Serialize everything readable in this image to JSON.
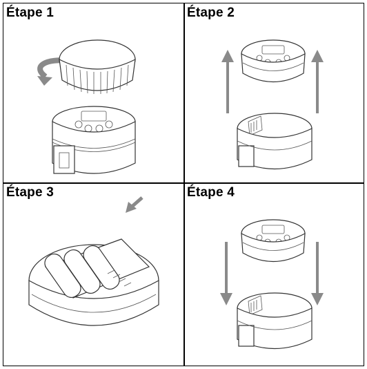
{
  "steps": [
    {
      "label": "Étape 1"
    },
    {
      "label": "Étape 2"
    },
    {
      "label": "Étape 3"
    },
    {
      "label": "Étape 4"
    }
  ],
  "colors": {
    "border": "#000000",
    "arrow": "#8a8a8a",
    "line_art": "#333333"
  },
  "icons": [
    "rotate-arrow-icon",
    "up-arrow-icon",
    "down-arrow-icon",
    "insert-arrow-icon"
  ]
}
